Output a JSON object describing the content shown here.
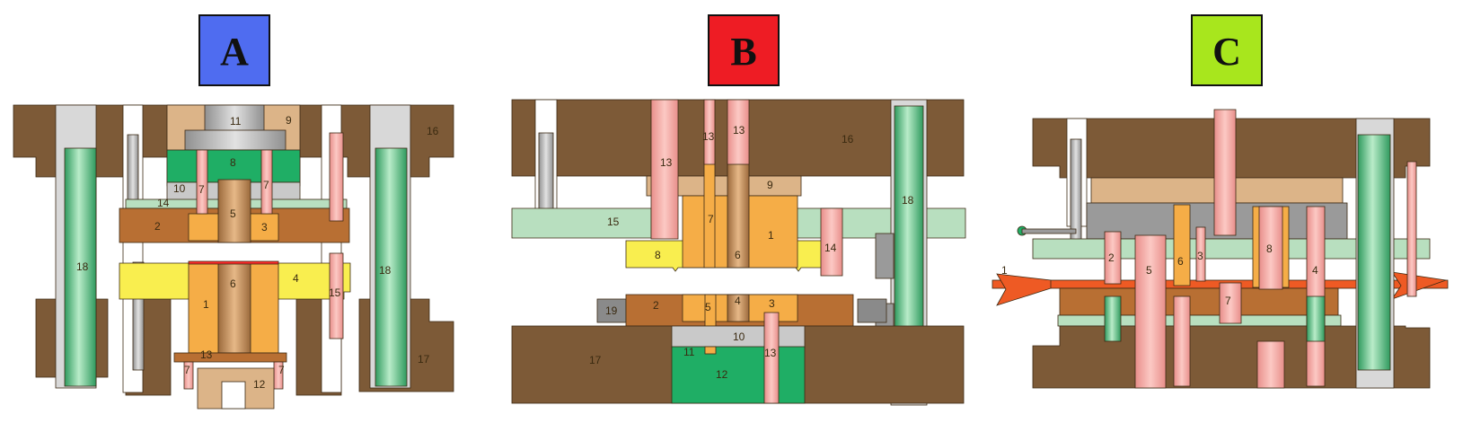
{
  "panels": {
    "a": {
      "tag": "A",
      "tag_color": "#4f6cf0",
      "labels": {
        "l1": "1",
        "l2": "2",
        "l3": "3",
        "l4": "4",
        "l5": "5",
        "l6": "6",
        "l7a": "7",
        "l7b": "7",
        "l7c": "7",
        "l7d": "7",
        "l8": "8",
        "l9": "9",
        "l10": "10",
        "l11": "11",
        "l12": "12",
        "l13": "13",
        "l14": "14",
        "l15": "15",
        "l16": "16",
        "l17": "17",
        "l18a": "18",
        "l18b": "18"
      }
    },
    "b": {
      "tag": "B",
      "tag_color": "#ee1c24",
      "labels": {
        "l1": "1",
        "l2": "2",
        "l3": "3",
        "l4": "4",
        "l5": "5",
        "l6": "6",
        "l7": "7",
        "l8": "8",
        "l9": "9",
        "l10": "10",
        "l11": "11",
        "l12": "12",
        "l13a": "13",
        "l13b": "13",
        "l13c": "13",
        "l13d": "13",
        "l14": "14",
        "l15": "15",
        "l16": "16",
        "l17": "17",
        "l18": "18",
        "l19": "19"
      }
    },
    "c": {
      "tag": "C",
      "tag_color": "#a8e61d",
      "labels": {
        "l1": "1",
        "l2": "2",
        "l3": "3",
        "l4": "4",
        "l5": "5",
        "l6": "6",
        "l7": "7",
        "l8": "8"
      }
    }
  },
  "palette": {
    "plate": "#7d5a37",
    "guide_pillar": "#3fb371",
    "punch": "#f4a3a0",
    "stripper": "#f5ad47",
    "die_insert": "#b86f33",
    "yellow_plate": "#f9ee4f",
    "green_block": "#1fae65",
    "light_green": "#b8dfbf",
    "tan": "#dcb488",
    "grey": "#a8a8a8",
    "strip": "#ee5a24"
  }
}
